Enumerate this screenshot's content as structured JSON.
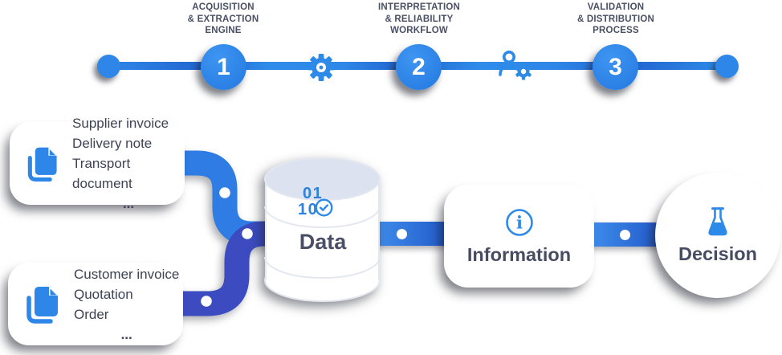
{
  "timeline": {
    "steps": [
      {
        "number": "1",
        "label_lines": [
          "ACQUISITION",
          "& EXTRACTION",
          "ENGINE"
        ]
      },
      {
        "number": "2",
        "label_lines": [
          "INTERPRETATION",
          "& RELIABILITY",
          "WORKFLOW"
        ]
      },
      {
        "number": "3",
        "label_lines": [
          "VALIDATION",
          "& DISTRIBUTION",
          "PROCESS"
        ]
      }
    ],
    "between_icons": [
      {
        "name": "gear-icon"
      },
      {
        "name": "user-gear-icon"
      }
    ]
  },
  "flow": {
    "sources": [
      {
        "icon": "documents-icon",
        "items": [
          "Supplier invoice",
          "Delivery note",
          "Transport document",
          "..."
        ]
      },
      {
        "icon": "documents-icon",
        "items": [
          "Customer invoice",
          "Quotation",
          "Order",
          "..."
        ]
      }
    ],
    "data_node": {
      "label": "Data",
      "icon": "binary-check-icon",
      "binary_top": "01",
      "binary_bottom": "10"
    },
    "information_node": {
      "label": "Information",
      "icon": "info-icon"
    },
    "decision_node": {
      "label": "Decision",
      "icon": "flask-icon"
    }
  },
  "palette": {
    "accent_blue": "#2e87e8",
    "accent_blue_dark": "#2157c8",
    "indigo": "#3c4cc0",
    "icon_blue": "#2d8ae8",
    "text_heading": "#4a5064",
    "text_body": "#3d4254",
    "cylinder_top": "#dce2ef"
  }
}
